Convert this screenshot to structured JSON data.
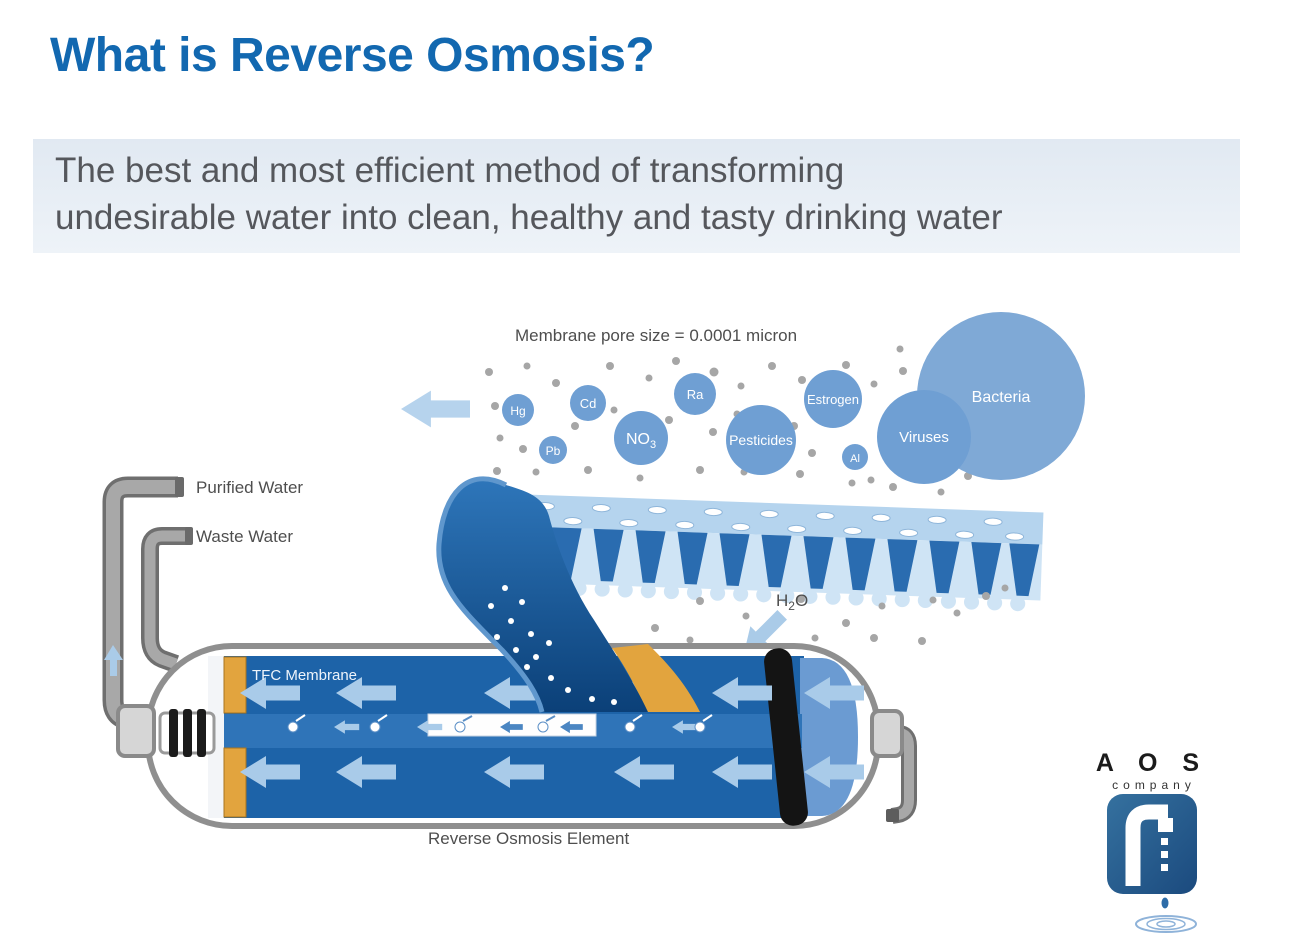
{
  "page": {
    "title": "What is Reverse Osmosis?",
    "subtitle_line1": "The best and most efficient method of transforming",
    "subtitle_line2": "undesirable water into clean, healthy and tasty drinking water"
  },
  "diagram": {
    "caption": "Membrane pore size = 0.0001 micron",
    "purified_water": "Purified Water",
    "waste_water": "Waste Water",
    "tfc_membrane": "TFC Membrane",
    "element_label": "Reverse Osmosis Element",
    "h2o": {
      "main": "H",
      "sub": "2",
      "end": "O"
    },
    "contaminants": [
      {
        "label": "Hg"
      },
      {
        "label": "Cd"
      },
      {
        "label": "Ra"
      },
      {
        "label": "Estrogen"
      },
      {
        "label": "Pb"
      },
      {
        "label_main": "NO",
        "label_sub": "3"
      },
      {
        "label": "Pesticides"
      },
      {
        "label": "Al"
      },
      {
        "label": "Viruses"
      },
      {
        "label": "Bacteria"
      }
    ]
  },
  "logo": {
    "name": "A O S",
    "subname": "company"
  },
  "colors": {
    "title_blue": "#1268b0",
    "subtitle_bg": "#e6ecf4",
    "text_gray": "#55575c",
    "bubble_blue": "#6f9fd3",
    "bacteria_blue": "#7fa9d6",
    "membrane_light": "#b5d4ee",
    "membrane_pale": "#cfe4f5",
    "membrane_dark": "#2a6cb0",
    "wave_dark": "#0b4078",
    "cylinder_blue": "#1d63a8",
    "center_row_blue": "#2f74b8",
    "arrow_light": "#a9cbe9",
    "orange": "#e2a43e",
    "pipe_gray": "#a8a8a8"
  }
}
